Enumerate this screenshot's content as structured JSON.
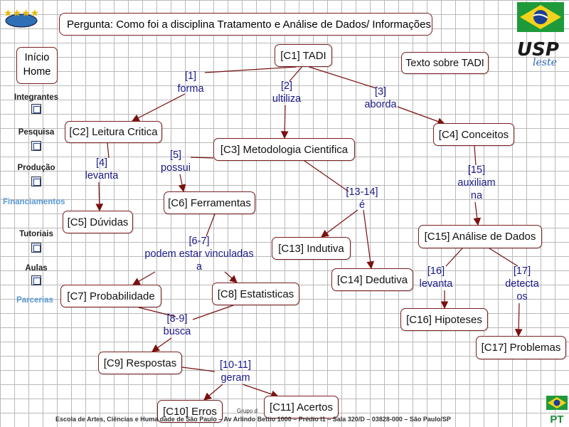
{
  "question": "Pergunta: Como foi a disciplina Tratamento e Análise de Dados/ Informações",
  "home": {
    "line1": "Início",
    "line2": "Home"
  },
  "sidebar": [
    {
      "id": "integrantes",
      "label": "Integrantes",
      "icon": "sitemap-icon"
    },
    {
      "id": "pesquisa",
      "label": "Pesquisa",
      "icon": "sitemap-icon"
    },
    {
      "id": "producao",
      "label": "Produção",
      "icon": "sitemap-icon"
    },
    {
      "id": "financiamentos",
      "label": "Financiamentos"
    },
    {
      "id": "tutoriais",
      "label": "Tutoriais",
      "icon": "sitemap-icon"
    },
    {
      "id": "aulas",
      "label": "Aulas",
      "icon": "sitemap-icon"
    },
    {
      "id": "parcerias",
      "label": "Parcerias"
    }
  ],
  "texto_button": "Texto sobre TADI",
  "concepts": {
    "c1": "[C1] TADI",
    "c2": "[C2] Leitura Critica",
    "c3": "[C3] Metodologia Cientifica",
    "c4": "[C4] Conceitos",
    "c5": "[C5] Dúvidas",
    "c6": "[C6] Ferramentas",
    "c7": "[C7] Probabilidade",
    "c8": "[C8] Estatisticas",
    "c9": "[C9] Respostas",
    "c10": "[C10] Erros",
    "c11": "[C11] Acertos",
    "c13": "[C13] Indutiva",
    "c14": "[C14] Dedutiva",
    "c15": "[C15] Análise de Dados",
    "c16": "[C16] Hipoteses",
    "c17": "[C17] Problemas"
  },
  "links": {
    "l1": [
      "[1]",
      "forma"
    ],
    "l2": [
      "[2]",
      "ultiliza"
    ],
    "l3": [
      "[3]",
      "aborda"
    ],
    "l4": [
      "[4]",
      "levanta"
    ],
    "l5": [
      "[5]",
      "possui"
    ],
    "l67": [
      "[6-7]",
      "podem estar vinculadas",
      "a"
    ],
    "l89": [
      "[8-9]",
      "busca"
    ],
    "l1011": [
      "[10-11]",
      "geram"
    ],
    "l1314": [
      "[13-14]",
      "é"
    ],
    "l15": [
      "[15]",
      "auxiliam",
      "na"
    ],
    "l16": [
      "[16]",
      "levanta"
    ],
    "l17": [
      "[17]",
      "detecta",
      "os"
    ]
  },
  "footer": {
    "line": "Escola de Artes, Ciências e Huma                         dade de São Paulo – Av Arlindo Bettio 1000 – Prédio I1 – Sala 320/D – 03828-000 – São Paulo/SP",
    "group": "Grupo d"
  },
  "lang": "PT",
  "colors": {
    "node_border": "#7a1f1f",
    "arrow": "#7a1010",
    "link_text": "#1a1a8a",
    "grid": "#b9b9b9"
  }
}
